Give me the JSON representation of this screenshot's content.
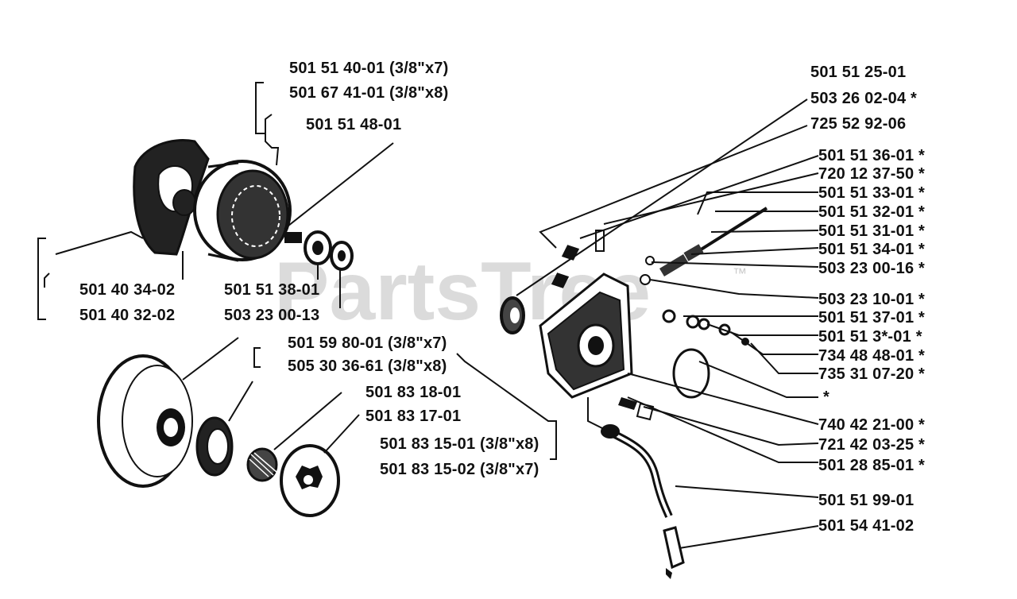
{
  "watermark": "PartsTree",
  "watermark_tm": "™",
  "labels": {
    "l01": "501 51 40-01 (3/8\"x7)",
    "l02": "501 67 41-01 (3/8\"x8)",
    "l03": "501 51 48-01",
    "l04": "501 40 34-02",
    "l05": "501 40 32-02",
    "l06": "501 51 38-01",
    "l07": "503 23 00-13",
    "l08": "501 59 80-01 (3/8\"x7)",
    "l09": "505 30 36-61 (3/8\"x8)",
    "l10": "501 83 18-01",
    "l11": "501 83 17-01",
    "l12": "501 83 15-01 (3/8\"x8)",
    "l13": "501 83 15-02 (3/8\"x7)",
    "r01": "501 51 25-01",
    "r02": "503 26 02-04  *",
    "r03": "725 52 92-06",
    "r04": "501 51 36-01  *",
    "r05": "720 12 37-50  *",
    "r06": "501 51 33-01  *",
    "r07": "501 51 32-01  *",
    "r08": "501 51 31-01  *",
    "r09": "501 51 34-01  *",
    "r10": "503 23 00-16  *",
    "r11": "503 23 10-01  *",
    "r12": "501 51 37-01  *",
    "r13": "501 51 3*-01  *",
    "r14": "734 48 48-01  *",
    "r15": "735 31 07-20  *",
    "r16": "*",
    "r17": "740 42 21-00  *",
    "r18": "721 42 03-25  *",
    "r19": "501 28 85-01  *",
    "r20": "501 51 99-01",
    "r21": "501 54 41-02"
  }
}
